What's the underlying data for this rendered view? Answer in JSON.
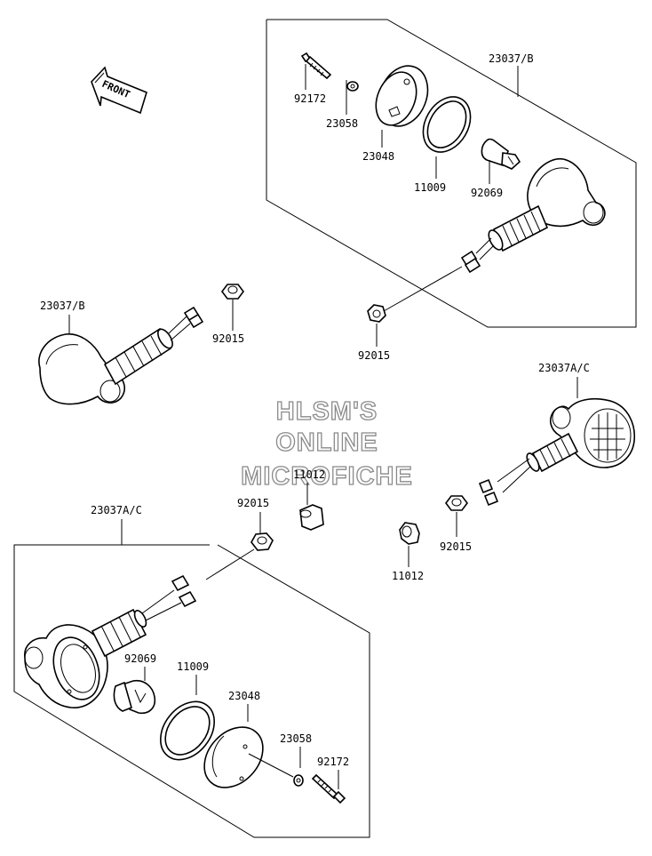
{
  "diagram": {
    "front_arrow_text": "FRONT",
    "watermark": [
      "HLSM'S",
      "ONLINE",
      "MICROFICHE"
    ],
    "upper_group": {
      "assembly_label": "23037/B",
      "bolt_label": "92172",
      "washer_label": "23058",
      "lens_label": "23048",
      "gasket_label": "11009",
      "bulb_label": "92069",
      "nut_label": "92015"
    },
    "left_loose": {
      "assembly_label": "23037/B",
      "nut_label": "92015"
    },
    "right_loose": {
      "assembly_label": "23037A/C",
      "nut_label": "92015",
      "spacer_label": "11012"
    },
    "center": {
      "spacer_label": "11012",
      "nut_label": "92015"
    },
    "lower_group": {
      "assembly_label": "23037A/C",
      "bulb_label": "92069",
      "gasket_label": "11009",
      "lens_label": "23048",
      "washer_label": "23058",
      "bolt_label": "92172"
    }
  }
}
